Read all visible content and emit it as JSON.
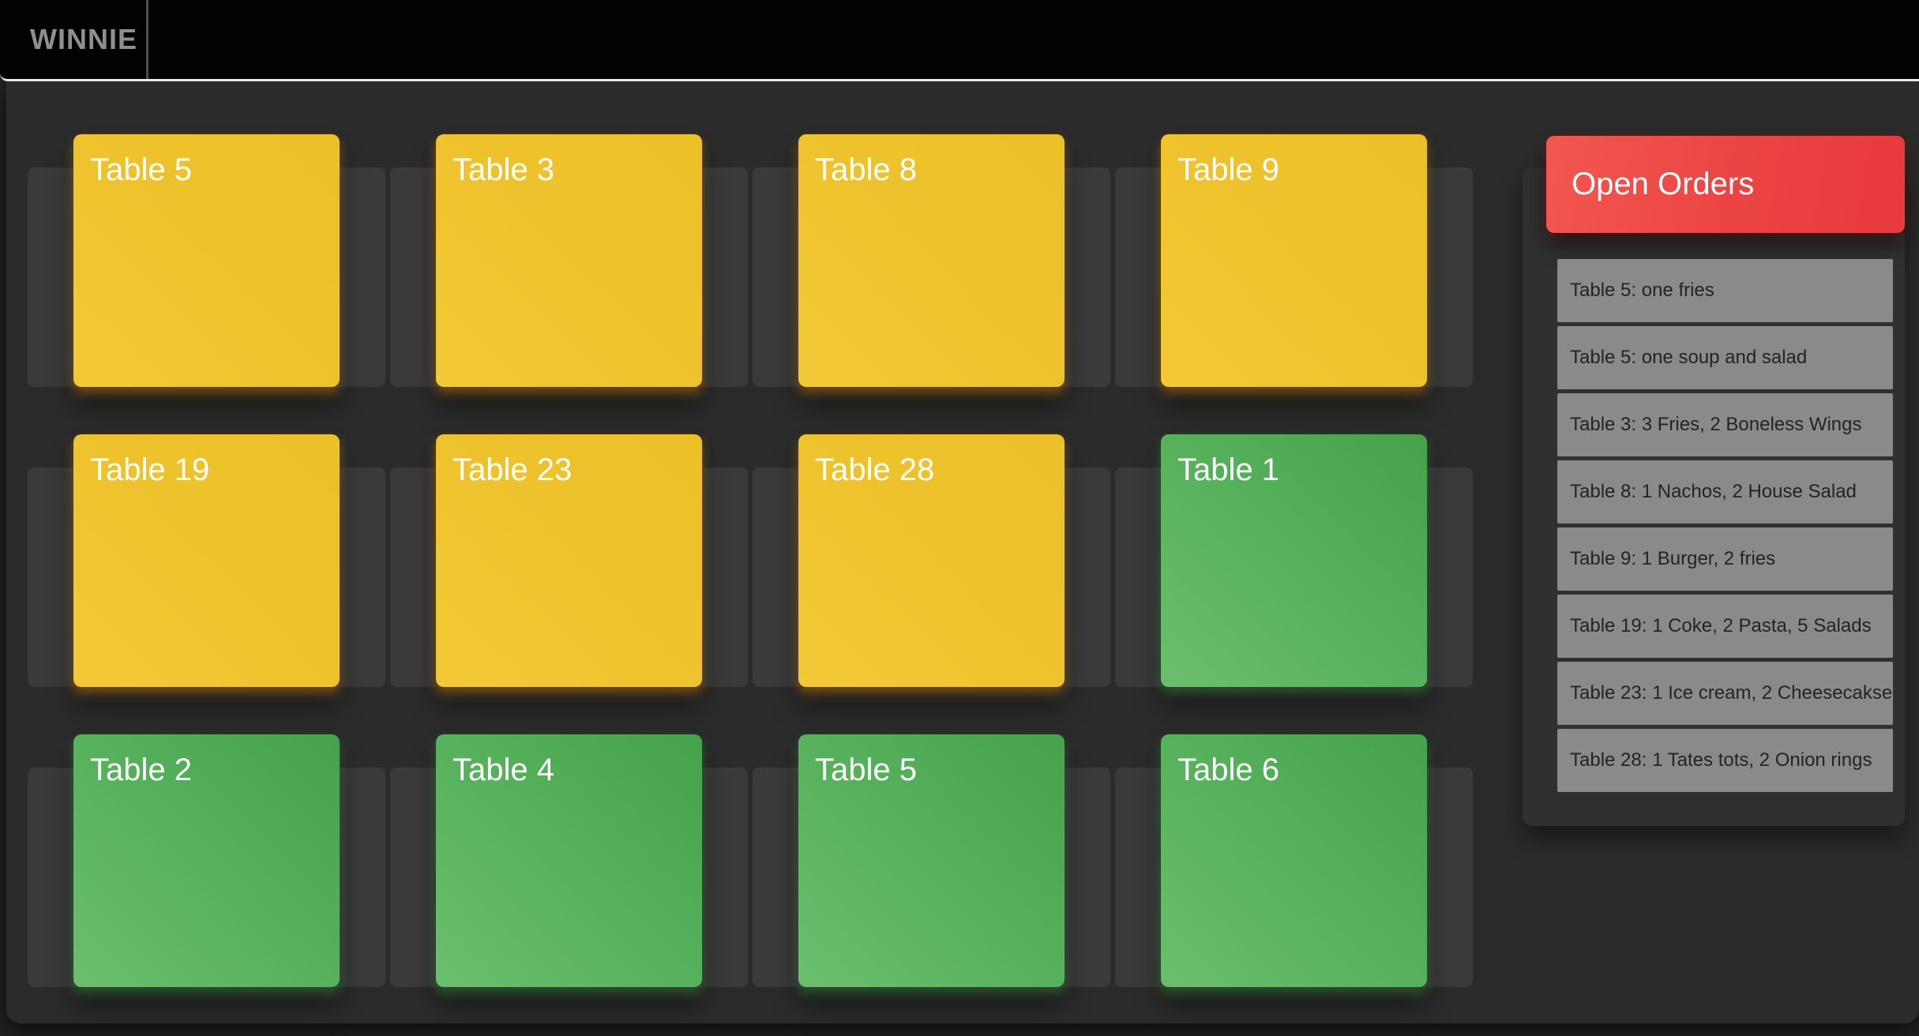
{
  "app": {
    "brand": "WINNIE"
  },
  "theme": {
    "topbar_bg": "#020202",
    "floor_bg": "#2b2b2b",
    "slot_bg": "#3a3a3a",
    "occupied_color": "#eec22c",
    "free_color": "#55b05a",
    "orders_header_color": "#ec4343",
    "order_item_bg": "#8a8a8a"
  },
  "floor_map": {
    "tables": [
      {
        "label": "Table 5",
        "status": "occupied"
      },
      {
        "label": "Table 3",
        "status": "occupied"
      },
      {
        "label": "Table 8",
        "status": "occupied"
      },
      {
        "label": "Table 9",
        "status": "occupied"
      },
      {
        "label": "Table 19",
        "status": "occupied"
      },
      {
        "label": "Table 23",
        "status": "occupied"
      },
      {
        "label": "Table 28",
        "status": "occupied"
      },
      {
        "label": "Table 1",
        "status": "free"
      },
      {
        "label": "Table 2",
        "status": "free"
      },
      {
        "label": "Table 4",
        "status": "free"
      },
      {
        "label": "Table 5",
        "status": "free"
      },
      {
        "label": "Table 6",
        "status": "free"
      }
    ]
  },
  "open_orders": {
    "title": "Open Orders",
    "orders": [
      {
        "text": "Table 5: one fries"
      },
      {
        "text": "Table 5: one soup and salad"
      },
      {
        "text": "Table 3: 3 Fries, 2 Boneless Wings"
      },
      {
        "text": "Table 8: 1 Nachos, 2 House Salad"
      },
      {
        "text": "Table 9: 1 Burger, 2 fries"
      },
      {
        "text": "Table 19: 1 Coke, 2 Pasta, 5 Salads"
      },
      {
        "text": "Table 23: 1 Ice cream, 2 Cheesecakse"
      },
      {
        "text": "Table 28: 1 Tates tots, 2 Onion rings"
      }
    ]
  }
}
